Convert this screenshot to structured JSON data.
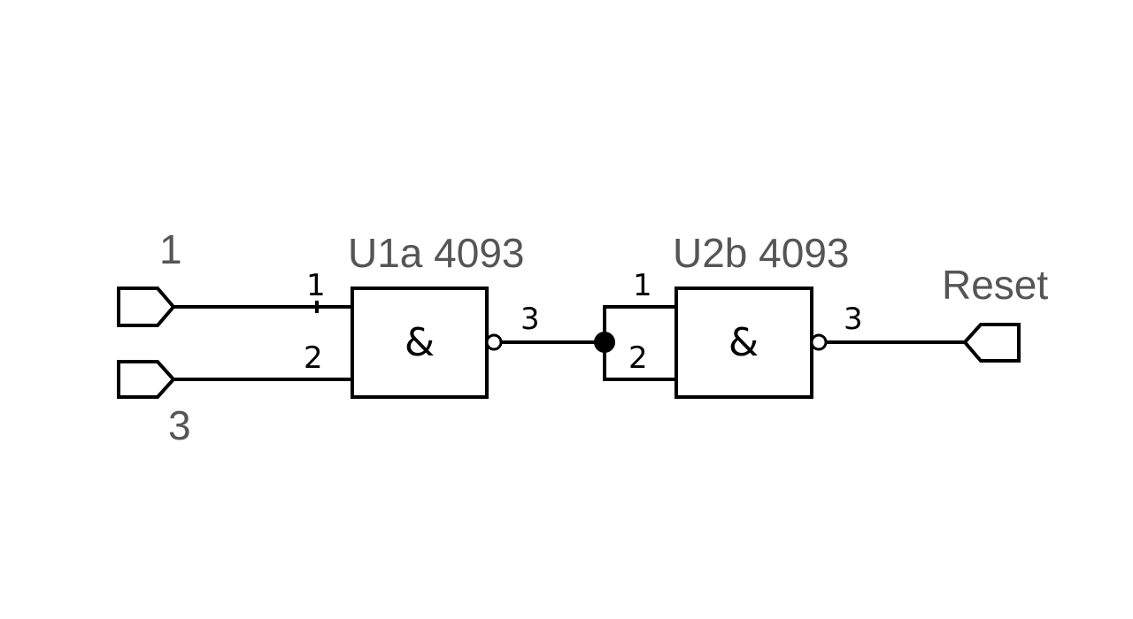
{
  "diagram": {
    "ports": {
      "in1": {
        "label": "1"
      },
      "in3": {
        "label": "3"
      },
      "out": {
        "label": "Reset"
      }
    },
    "gates": [
      {
        "ref": "U1a 4093",
        "symbol": "&",
        "pins": {
          "a": "1",
          "b": "2",
          "out": "3"
        }
      },
      {
        "ref": "U2b 4093",
        "symbol": "&",
        "pins": {
          "a": "1",
          "b": "2",
          "out": "3"
        }
      }
    ]
  }
}
